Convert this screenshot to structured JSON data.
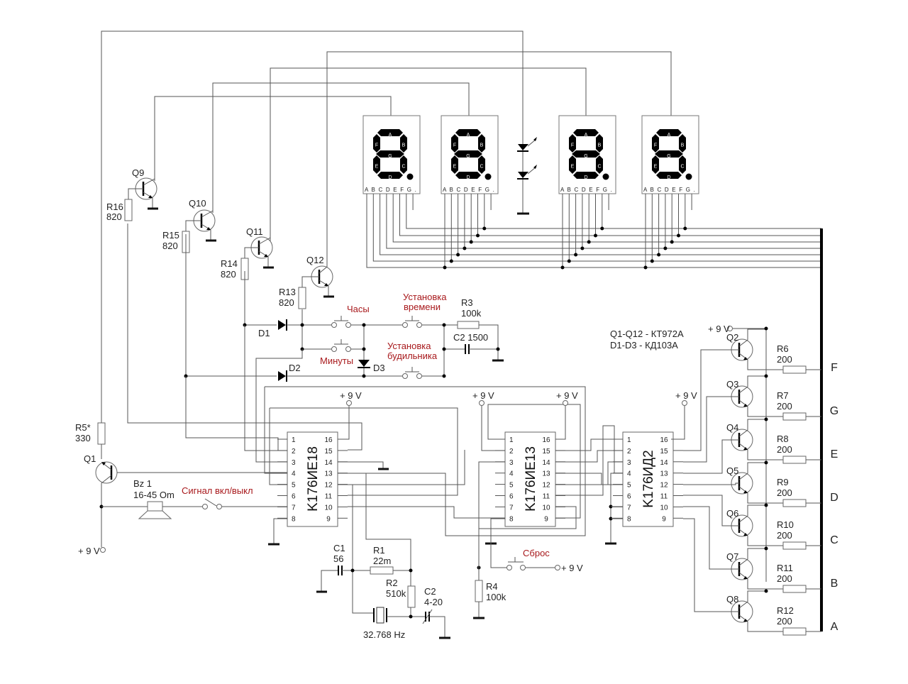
{
  "title": "Electronic clock schematic (K176IE18 / K176IE13 / K176ID2)",
  "notes": {
    "transistors": "Q1-Q12 - КТ972А",
    "diodes": "D1-D3 - КД103А"
  },
  "chips": [
    {
      "name": "K176ИЕ18",
      "pins_left": [
        "1",
        "2",
        "3",
        "4",
        "5",
        "6",
        "7",
        "8"
      ],
      "pins_right": [
        "16",
        "15",
        "14",
        "13",
        "12",
        "11",
        "10",
        "9"
      ]
    },
    {
      "name": "K176ИЕ13",
      "pins_left": [
        "1",
        "2",
        "3",
        "4",
        "5",
        "6",
        "7",
        "8"
      ],
      "pins_right": [
        "16",
        "15",
        "14",
        "13",
        "12",
        "11",
        "10",
        "9"
      ]
    },
    {
      "name": "K176ИД2",
      "pins_left": [
        "1",
        "2",
        "3",
        "4",
        "5",
        "6",
        "7",
        "8"
      ],
      "pins_right": [
        "16",
        "15",
        "14",
        "13",
        "12",
        "11",
        "10",
        "9"
      ]
    }
  ],
  "displays": {
    "segments": [
      "A",
      "B",
      "C",
      "D",
      "E",
      "F",
      "G"
    ],
    "pin_row": "A B C D E F G ."
  },
  "digit_drivers": [
    {
      "q": "Q9",
      "r": "R16",
      "value": "820"
    },
    {
      "q": "Q10",
      "r": "R15",
      "value": "820"
    },
    {
      "q": "Q11",
      "r": "R14",
      "value": "820"
    },
    {
      "q": "Q12",
      "r": "R13",
      "value": "820"
    }
  ],
  "segment_drivers": [
    {
      "q": "Q2",
      "r": "R6",
      "value": "200",
      "bus": "F"
    },
    {
      "q": "Q3",
      "r": "R7",
      "value": "200",
      "bus": "G"
    },
    {
      "q": "Q4",
      "r": "R8",
      "value": "200",
      "bus": "E"
    },
    {
      "q": "Q5",
      "r": "R9",
      "value": "200",
      "bus": "D"
    },
    {
      "q": "Q6",
      "r": "R10",
      "value": "200",
      "bus": "C"
    },
    {
      "q": "Q7",
      "r": "R11",
      "value": "200",
      "bus": "B"
    },
    {
      "q": "Q8",
      "r": "R12",
      "value": "200",
      "bus": "A"
    }
  ],
  "components": {
    "r5": {
      "name": "R5*",
      "value": "330"
    },
    "q1": "Q1",
    "bz": {
      "name": "Bz 1",
      "value": "16-45 Om"
    },
    "r3": {
      "name": "R3",
      "value": "100k"
    },
    "c2a": {
      "name": "C2 1500"
    },
    "r1": {
      "name": "R1",
      "value": "22m"
    },
    "r2": {
      "name": "R2",
      "value": "510k"
    },
    "c1": {
      "name": "C1",
      "value": "56"
    },
    "c2b": {
      "name": "C2",
      "value": "4-20"
    },
    "xtal": "32.768 Hz",
    "r4": {
      "name": "R4",
      "value": "100k"
    },
    "d1": "D1",
    "d2": "D2",
    "d3": "D3"
  },
  "switches": {
    "hours": "Часы",
    "minutes": "Минуты",
    "set_time": [
      "Установка",
      "времени"
    ],
    "set_alarm": [
      "Установка",
      "будильника"
    ],
    "signal": "Сигнал вкл/выкл",
    "reset": "Сброс"
  },
  "power": "+ 9 V"
}
